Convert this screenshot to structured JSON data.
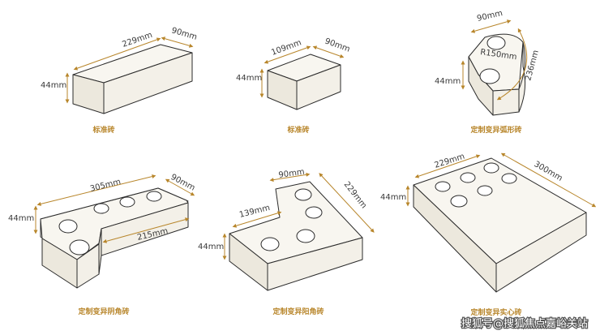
{
  "bricks": [
    {
      "caption": "标准砖",
      "dims": {
        "length": "229mm",
        "width": "90mm",
        "height": "44mm"
      }
    },
    {
      "caption": "标准砖",
      "dims": {
        "length": "109mm",
        "width": "90mm",
        "height": "44mm"
      }
    },
    {
      "caption": "定制变异弧形砖",
      "dims": {
        "width": "90mm",
        "radius": "R150mm",
        "height": "44mm",
        "arc": "236mm"
      }
    },
    {
      "caption": "定制变异阴角砖",
      "dims": {
        "length": "305mm",
        "width": "90mm",
        "height": "44mm",
        "inner": "215mm"
      }
    },
    {
      "caption": "定制变异阳角砖",
      "dims": {
        "width": "90mm",
        "length": "229mm",
        "inner": "139mm",
        "height": "44mm"
      }
    },
    {
      "caption": "定制变异实心砖",
      "dims": {
        "width": "229mm",
        "length": "300mm",
        "height": "44mm"
      }
    }
  ],
  "watermark": "搜狐号@搜狐焦点嘉峪关站"
}
